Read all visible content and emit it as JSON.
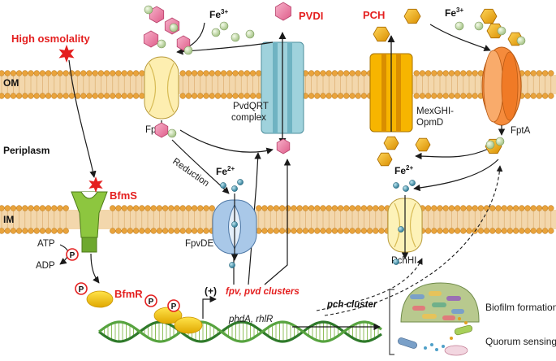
{
  "labels": {
    "om": "OM",
    "periplasm": "Periplasm",
    "im": "IM",
    "high_osmolality": "High osmolality",
    "bfms": "BfmS",
    "bfmr": "BfmR",
    "atp": "ATP",
    "adp": "ADP",
    "p": "P",
    "fpvb": "FpvB",
    "pvdqrt_line1": "PvdQRT",
    "pvdqrt_line2": "complex",
    "pvdi": "PVDI",
    "pch": "PCH",
    "mexghi_line1": "MexGHI-",
    "mexghi_line2": "OpmD",
    "fpta": "FptA",
    "fe3_a": "Fe",
    "fe3_a_sup": "3+",
    "fe3_b": "Fe",
    "fe3_b_sup": "3+",
    "fe2_a": "Fe",
    "fe2_a_sup": "2+",
    "fe2_b": "Fe",
    "fe2_b_sup": "2+",
    "reduction": "Reduction",
    "fpvde": "FpvDE",
    "pchhi": "PchHI",
    "plus": "(+)",
    "fpv_pvd": "fpv, pvd clusters",
    "pch_cluster": "pch cluster",
    "phda_rhlr": "phdA, rhlR",
    "biofilm": "Biofilm formation",
    "quorum": "Quorum sensing"
  },
  "colors": {
    "red": "#e41f1f",
    "pvdi_pink": "#ef7fa6",
    "pch_gold": "#f2b10c",
    "iron_green": "#cfe3b4",
    "fe2_teal": "#2e8aa8",
    "membrane_head": "#e9a33c",
    "membrane_tail": "#f3d7ac",
    "bfms_green": "#8dc63f",
    "bfmr_yellow": "#f2c400",
    "fpvb_yellow": "#fdeeb0",
    "pvdqrt_blue": "#9fd2dc",
    "mexghi_orange": "#f7b500",
    "fpta_orange": "#f58b3c",
    "fpvde_blue": "#a9c8e8",
    "pchhi_yellow": "#fdf2b8"
  }
}
